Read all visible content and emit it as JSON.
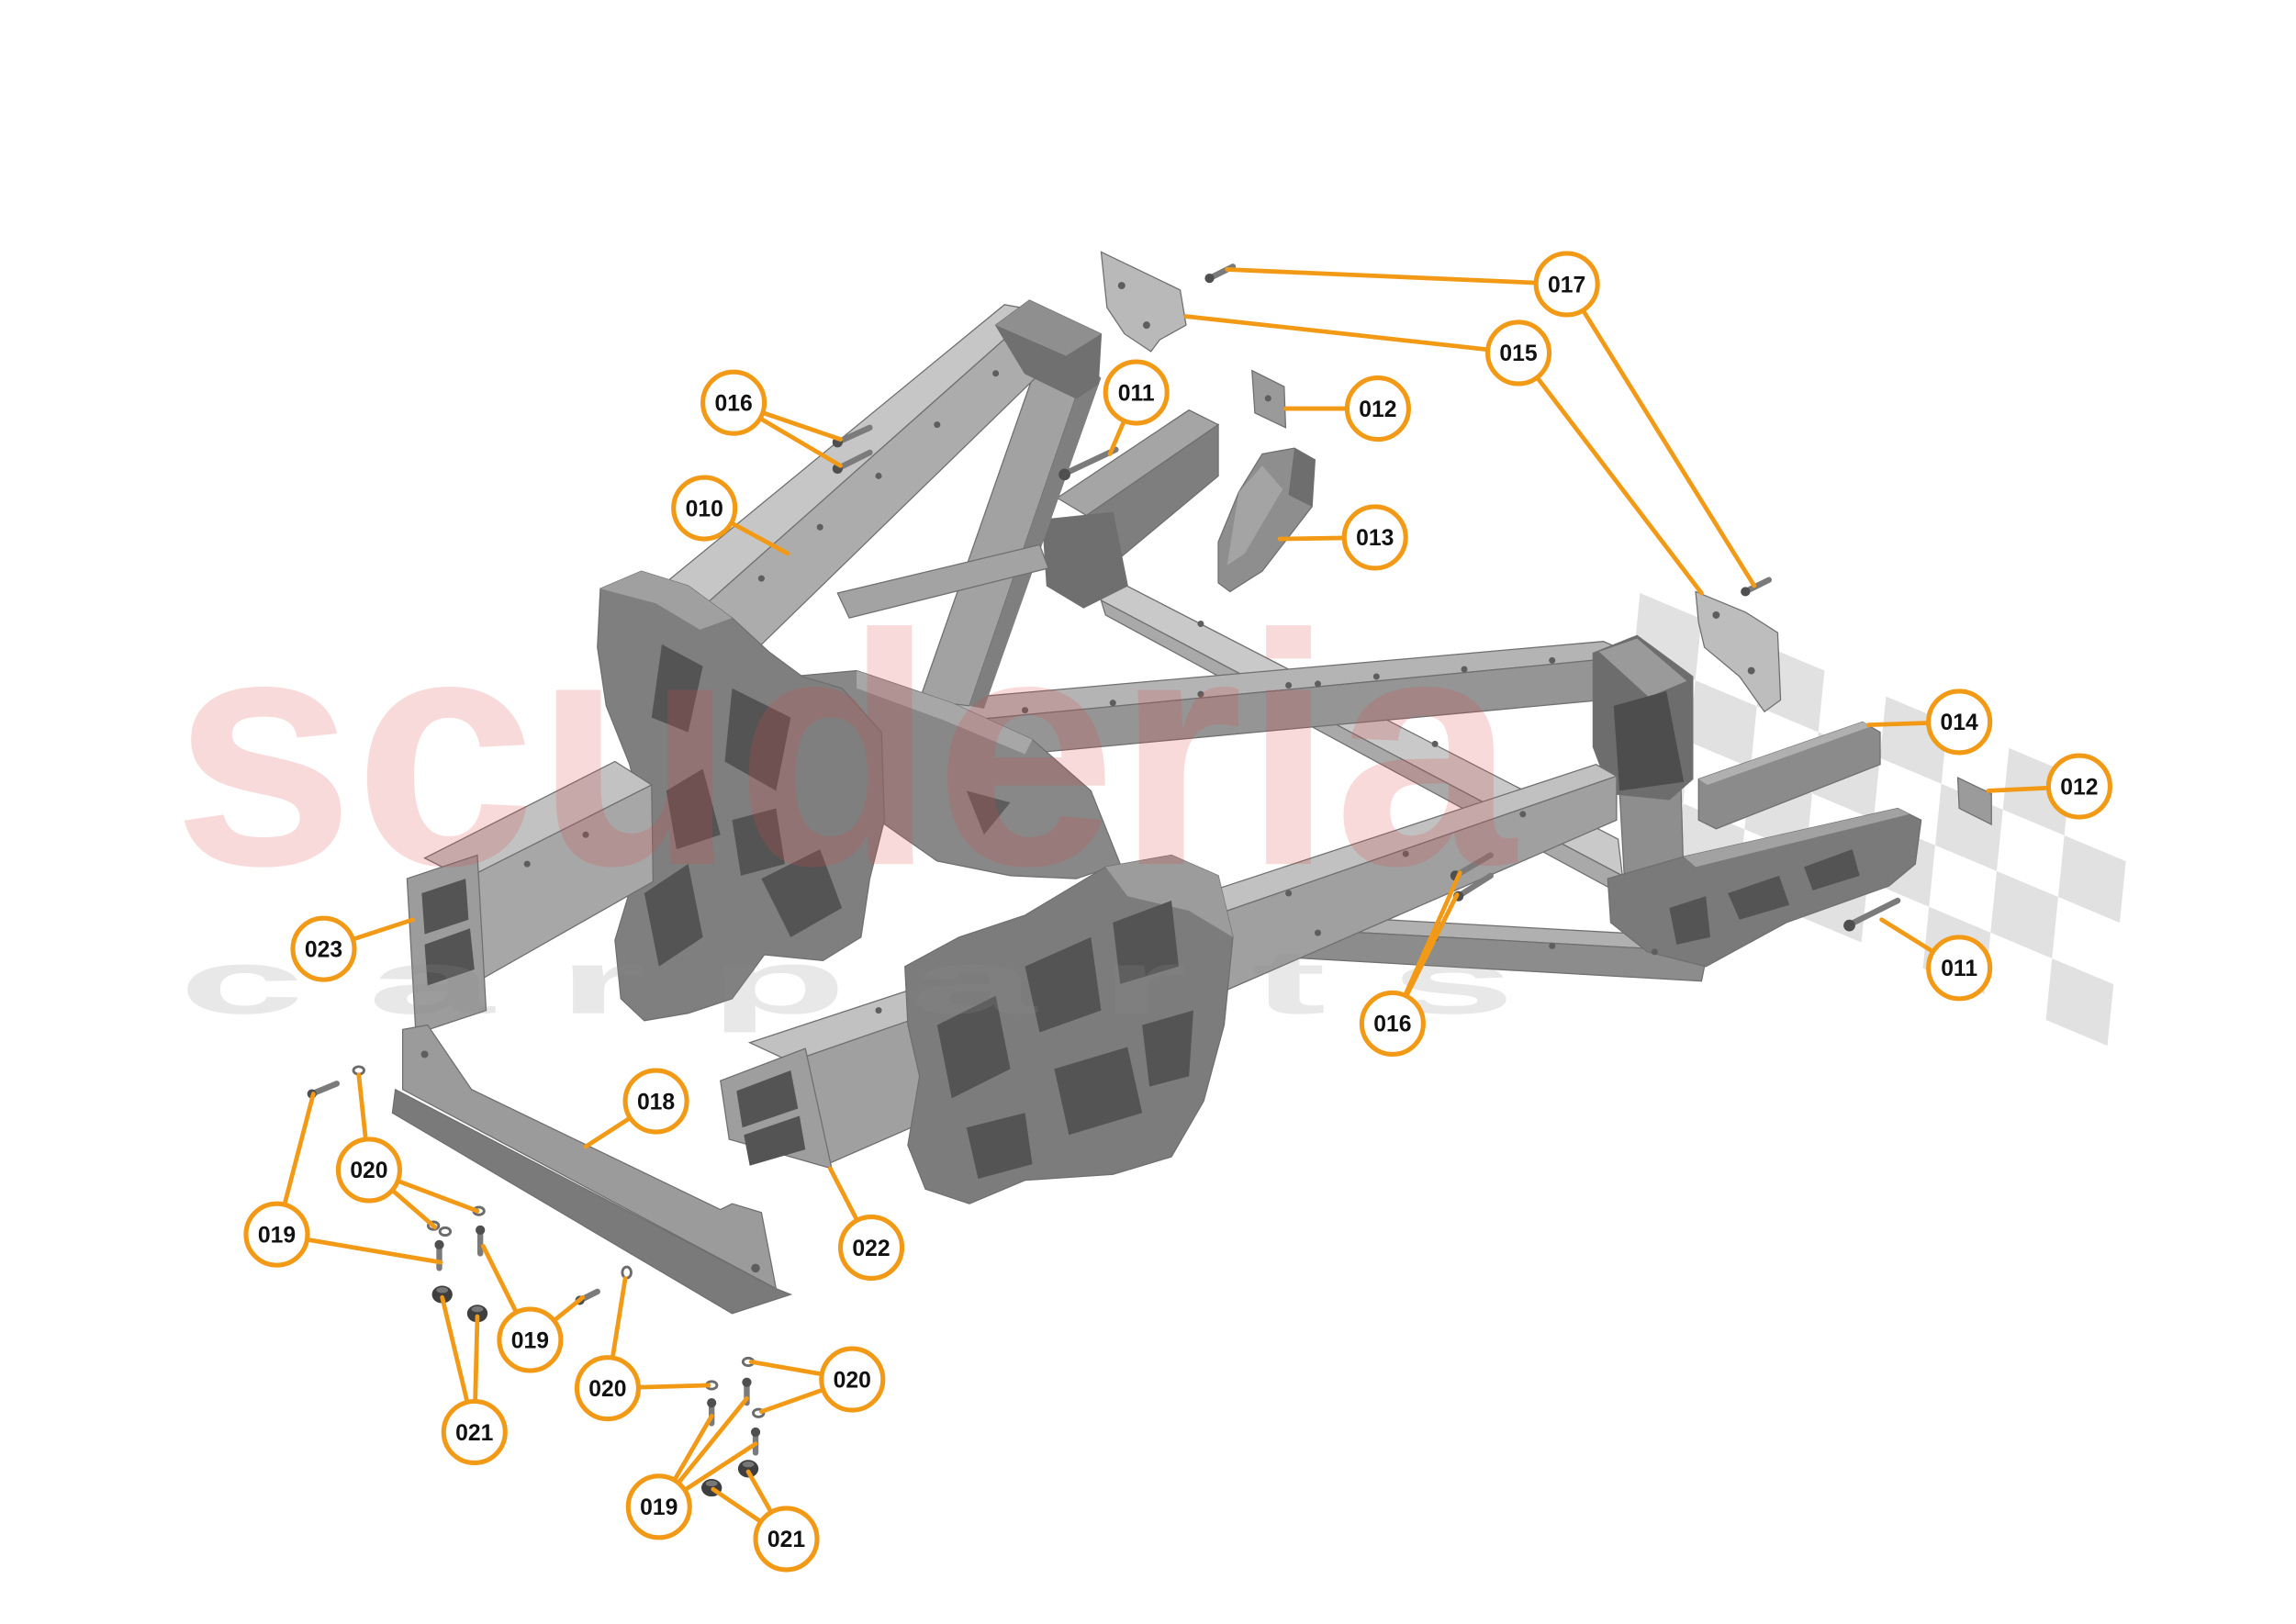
{
  "diagram": {
    "callouts": [
      "017",
      "015",
      "011",
      "012",
      "016",
      "010",
      "013",
      "014",
      "012",
      "023",
      "011",
      "016",
      "018",
      "020",
      "019",
      "022",
      "019",
      "020",
      "020",
      "021",
      "019",
      "021"
    ]
  },
  "watermark": {
    "brand": "scuderia",
    "tagline": "c a r p a r t s"
  },
  "colors": {
    "callout_accent": "#F29A16",
    "watermark_red": "#E04848",
    "metal": "#9A9A9A"
  }
}
